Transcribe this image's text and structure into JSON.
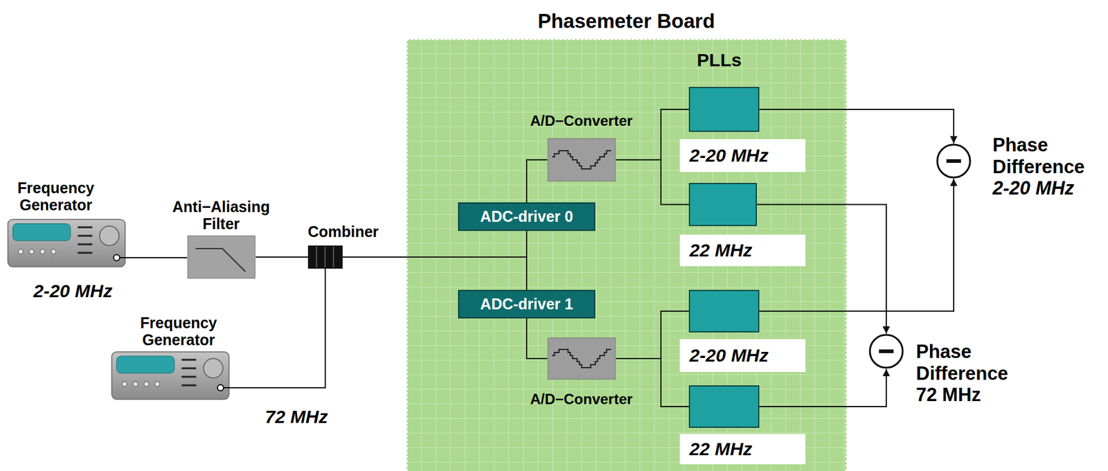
{
  "diagram": {
    "nodes": [
      {
        "text": [
          "Frequency Generator",
          "2-20 MHz"
        ]
      },
      {
        "text": [
          "Anti−Aliasing Filter"
        ]
      },
      {
        "text": [
          "Combiner"
        ]
      },
      {
        "text": [
          "Frequency Generator",
          "72 MHz"
        ]
      },
      {
        "text": [
          "Phasemeter Board"
        ]
      },
      {
        "text": [
          "A/D−Converter"
        ],
        "in": 4
      },
      {
        "text": [
          "ADC-driver 0"
        ],
        "in": 4
      },
      {
        "text": [
          "ADC-driver 1"
        ],
        "in": 4
      },
      {
        "text": [
          "A/D−Converter"
        ],
        "in": 4
      },
      {
        "text": [
          "2-20 MHz"
        ],
        "in": 4
      },
      {
        "text": [
          "22 MHz"
        ],
        "in": 4
      },
      {
        "text": [
          "2-20 MHz"
        ],
        "in": 4
      },
      {
        "text": [
          "22 MHz"
        ],
        "in": 4
      },
      {
        "text": [
          "Phase Difference",
          "2-20 MHz"
        ]
      },
      {
        "text": [
          "Phase Difference",
          "72 MHz"
        ]
      }
    ],
    "edges": [
      {
        "from": 0,
        "to": 1,
        "arrow": "none"
      },
      {
        "from": 1,
        "to": 2,
        "arrow": "none"
      },
      {
        "from": 3,
        "to": 2,
        "arrow": "none"
      },
      {
        "from": 2,
        "to": 6,
        "arrow": "none"
      },
      {
        "from": 2,
        "to": 7,
        "arrow": "none"
      },
      {
        "from": 6,
        "to": 5,
        "arrow": "none"
      },
      {
        "from": 7,
        "to": 8,
        "arrow": "none"
      },
      {
        "from": 5,
        "to": 9,
        "arrow": "none"
      },
      {
        "from": 5,
        "to": 10,
        "arrow": "none"
      },
      {
        "from": 8,
        "to": 11,
        "arrow": "none"
      },
      {
        "from": 8,
        "to": 12,
        "arrow": "none"
      },
      {
        "from": 9,
        "to": 13,
        "arrow": "to"
      },
      {
        "from": 11,
        "to": 13,
        "arrow": "to"
      },
      {
        "from": 10,
        "to": 14,
        "arrow": "to"
      },
      {
        "from": 12,
        "to": 14,
        "arrow": "to"
      }
    ],
    "labels": [
      "PLLs"
    ]
  }
}
